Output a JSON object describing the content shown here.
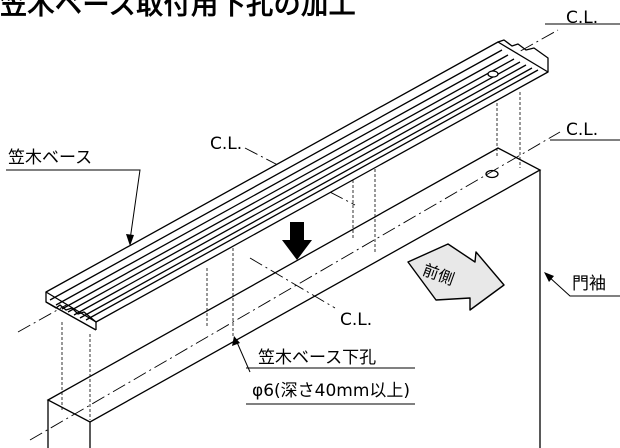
{
  "title": "笠木ベース取付用下孔の加工",
  "labels": {
    "cl_top_right": "C.L.",
    "cl_mid_right": "C.L.",
    "cl_center_top": "C.L.",
    "cl_center_bottom": "C.L.",
    "kasagi_base": "笠木ベース",
    "monsode": "門袖",
    "front": "前側",
    "hole_line1": "笠木ベース下孔",
    "hole_line2": "φ6(深さ40mm以上)"
  },
  "icons": {
    "down_arrow": "down-arrow-icon",
    "front_arrow": "front-direction-arrow-icon"
  },
  "colors": {
    "line": "#000000",
    "background": "#ffffff"
  }
}
